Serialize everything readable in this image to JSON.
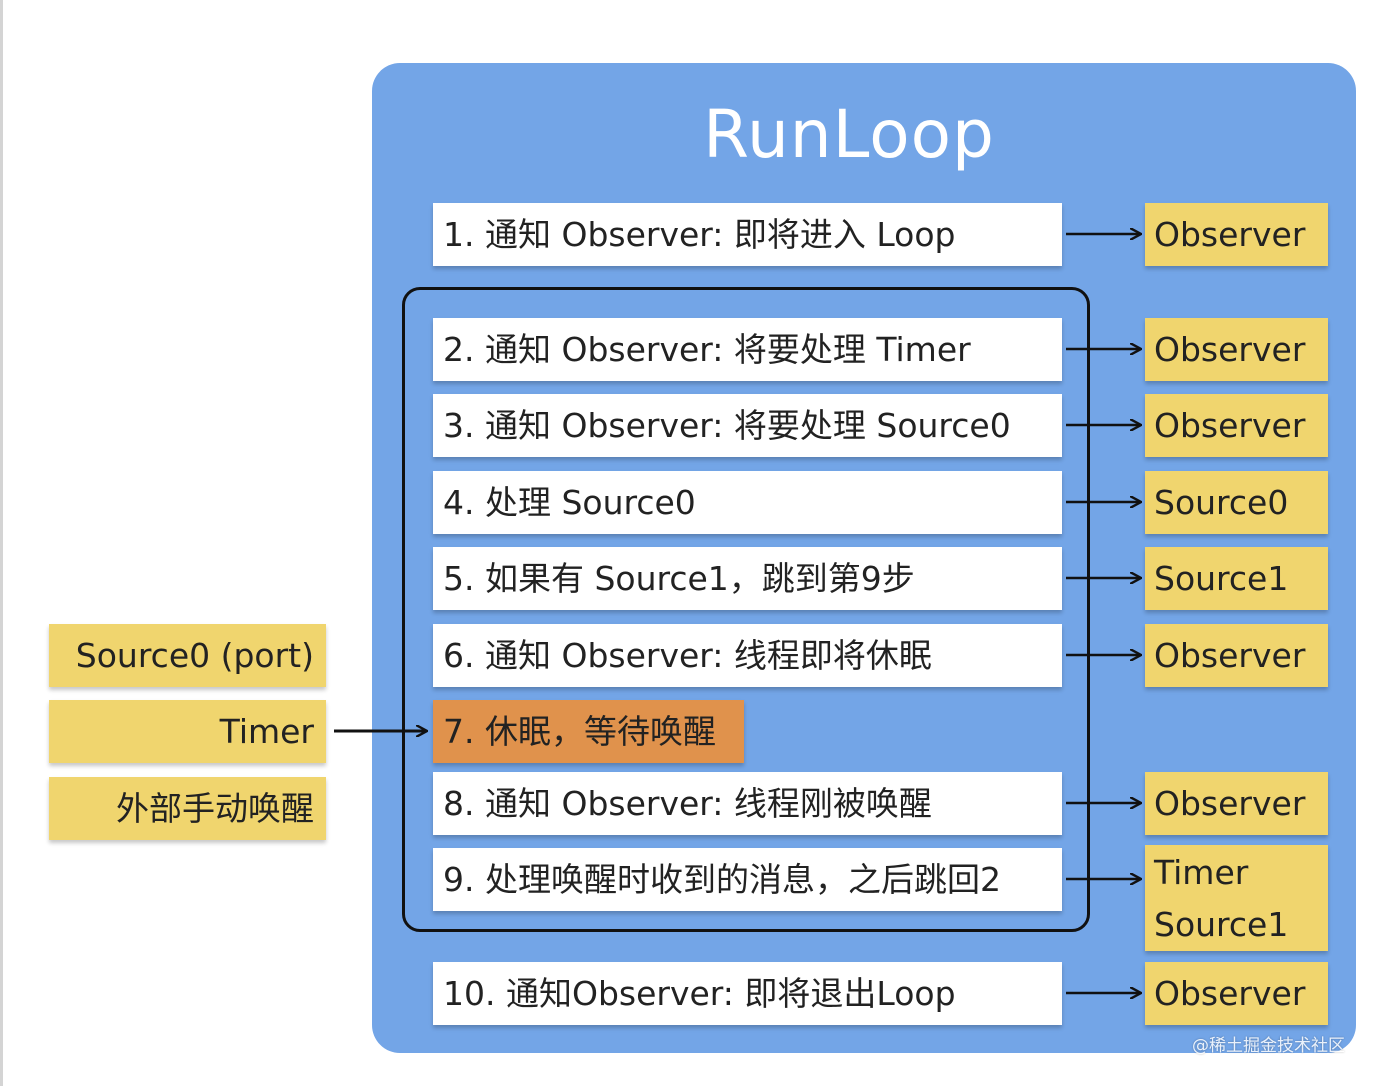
{
  "diagram": {
    "title": "RunLoop",
    "steps": [
      {
        "label": "1. 通知 Observer: 即将进入 Loop",
        "target": "Observer"
      },
      {
        "label": "2. 通知 Observer: 将要处理 Timer",
        "target": "Observer"
      },
      {
        "label": "3. 通知 Observer: 将要处理 Source0",
        "target": "Observer"
      },
      {
        "label": "4. 处理 Source0",
        "target": "Source0"
      },
      {
        "label": "5. 如果有 Source1，跳到第9步",
        "target": "Source1"
      },
      {
        "label": "6. 通知 Observer: 线程即将休眠",
        "target": "Observer"
      },
      {
        "label": "7. 休眠，等待唤醒",
        "target": ""
      },
      {
        "label": "8. 通知 Observer: 线程刚被唤醒",
        "target": "Observer"
      },
      {
        "label": "9. 处理唤醒时收到的消息，之后跳回2",
        "target": [
          "Timer",
          "Source1"
        ]
      },
      {
        "label": "10. 通知Observer: 即将退出Loop",
        "target": "Observer"
      }
    ],
    "wake_sources": [
      "Source0 (port)",
      "Timer",
      "外部手动唤醒"
    ],
    "watermark": "@稀土掘金技术社区",
    "colors": {
      "container": "#73a5e7",
      "step_box": "#ffffff",
      "sleep_box": "#e0924c",
      "tag_box": "#f0d56e",
      "frame": "#111111"
    }
  }
}
